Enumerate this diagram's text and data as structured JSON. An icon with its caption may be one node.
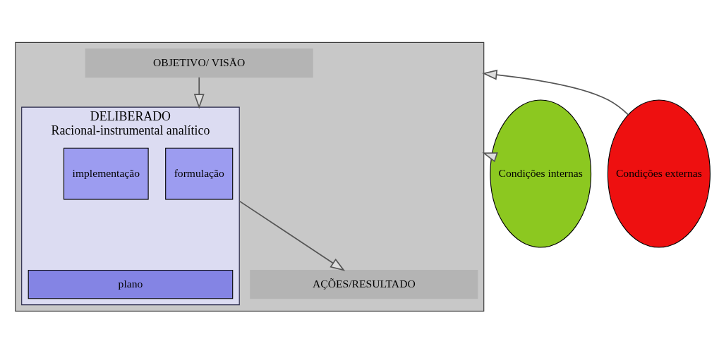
{
  "diagram": {
    "nodes": [
      {
        "text": [
          "Condições internas"
        ]
      },
      {
        "text": [],
        "shape": "box"
      },
      {
        "text": [
          "OBJETIVO/ VISÃO"
        ],
        "in": 1
      },
      {
        "text": [
          "DELIBERADO",
          "Racional-instrumental analítico"
        ],
        "in": 1
      },
      {
        "text": [
          "formulação"
        ],
        "in": 3
      },
      {
        "text": [
          "implementação"
        ],
        "in": 3
      },
      {
        "text": [
          "plano"
        ],
        "in": 3
      },
      {
        "text": [
          "AÇÕES/RESULTADO"
        ],
        "in": 1
      },
      {
        "text": [
          "Condições externas"
        ]
      }
    ],
    "edges": [
      {
        "from": 0,
        "to": 1,
        "arrow": "to"
      },
      {
        "from": 8,
        "to": 1,
        "arrow": "to"
      },
      {
        "from": 2,
        "to": 3,
        "arrow": "to"
      },
      {
        "from": 3,
        "to": 7,
        "arrow": "to"
      }
    ]
  }
}
